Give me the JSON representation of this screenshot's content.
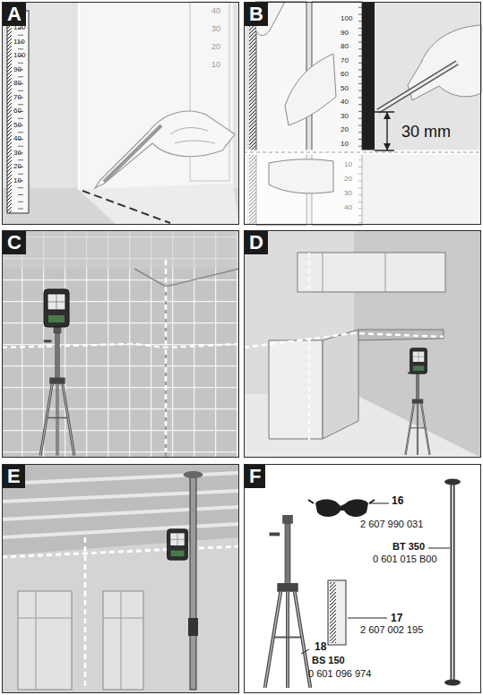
{
  "diagram": {
    "nodes": [
      {
        "text": [
          "A"
        ]
      },
      {
        "text": [
          "B"
        ]
      },
      {
        "text": [
          "C"
        ]
      },
      {
        "text": [
          "D"
        ]
      },
      {
        "text": [
          "E"
        ]
      },
      {
        "text": [
          "F"
        ]
      }
    ],
    "labels": [
      "120",
      "110",
      "100",
      "90",
      "80",
      "70",
      "60",
      "50",
      "40",
      "30",
      "20",
      "10",
      "40",
      "30",
      "20",
      "10",
      "100",
      "90",
      "80",
      "70",
      "60",
      "50",
      "40",
      "30",
      "20",
      "10",
      "10",
      "20",
      "30",
      "40",
      "30 mm",
      "16",
      "2 607 990 031",
      "BT 350",
      "0 601 015 B00",
      "17",
      "2 607 002 195",
      "18",
      "BS 150",
      "0 601 096 974"
    ]
  }
}
